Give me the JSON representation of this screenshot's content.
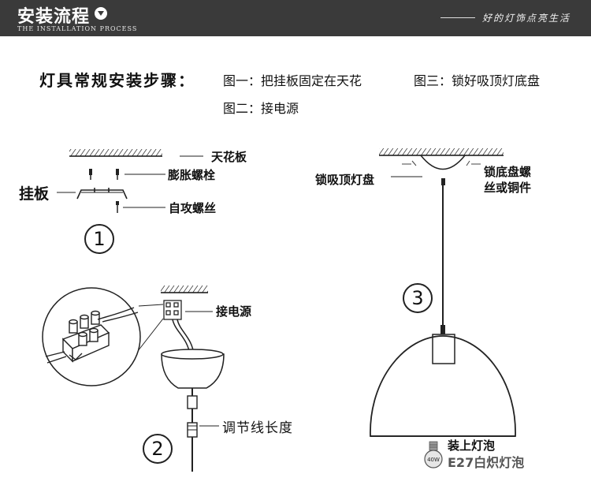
{
  "header": {
    "title": "安装流程",
    "subtitle": "THE INSTALLATION PROCESS",
    "slogan": "好的灯饰点亮生活"
  },
  "intro": {
    "heading": "灯具常规安装步骤：",
    "step1": "图一：把挂板固定在天花",
    "step2": "图二：接电源",
    "step3": "图三：锁好吸顶灯底盘"
  },
  "diagram1": {
    "number": "1",
    "ceiling_label": "天花板",
    "anchor_label": "膨胀螺栓",
    "plate_label": "挂板",
    "screw_label": "自攻螺丝"
  },
  "diagram2": {
    "number": "2",
    "power_label": "接电源",
    "wire_length_label": "调节线长度"
  },
  "diagram3": {
    "number": "3",
    "canopy_label": "锁吸顶灯盘",
    "lock_label_line1": "锁底盘螺",
    "lock_label_line2": "丝或铜件",
    "bulb_label": "装上灯泡",
    "bulb_type": "E27白炽灯泡",
    "bulb_wattage": "40W"
  },
  "colors": {
    "header_bg": "#3a3a3a",
    "ink": "#111111"
  }
}
